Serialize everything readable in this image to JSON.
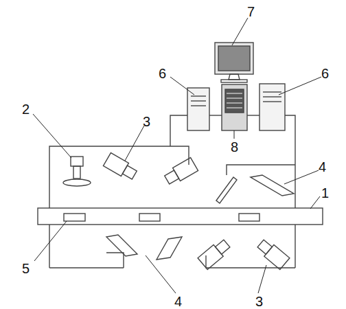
{
  "diagram": {
    "labels": [
      "7",
      "6",
      "6",
      "8",
      "2",
      "3",
      "4",
      "1",
      "5",
      "4",
      "3"
    ]
  }
}
